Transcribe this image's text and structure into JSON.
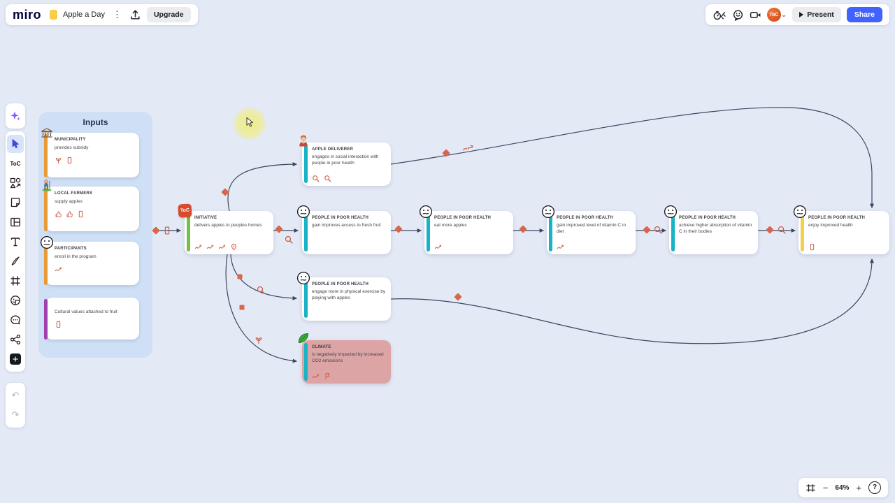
{
  "header": {
    "logo": "miro",
    "board_name": "Apple a Day",
    "upgrade_label": "Upgrade",
    "present_label": "Present",
    "share_label": "Share",
    "avatar_label": "ToC",
    "menu_glyph": "⋮",
    "chevron_glyph": "⌄"
  },
  "toolbar": {
    "toc_label": "ToC",
    "undo_glyph": "↶",
    "redo_glyph": "↷"
  },
  "inputs_panel": {
    "title": "Inputs",
    "cards": [
      {
        "title": "MUNICIPALITY",
        "body": "provides subsidy",
        "icons": [
          "seed",
          "card"
        ]
      },
      {
        "title": "LOCAL FARMERS",
        "body": "supply apples",
        "icons": [
          "thumb",
          "thumb",
          "card"
        ]
      },
      {
        "title": "PARTICIPANTS",
        "body": "enroll in the program",
        "icons": [
          "trend"
        ]
      },
      {
        "title": "",
        "body": "Cultural values attached to fruit",
        "icons": [
          "card"
        ]
      }
    ]
  },
  "nodes": [
    {
      "title": "INITIATIVE",
      "body": "delivers apples to peoples homes",
      "icons": [
        "trend",
        "trend",
        "trend",
        "pin"
      ]
    },
    {
      "title": "APPLE DELIVERER",
      "body": "engages in social interaction with people in poor health",
      "icons": [
        "zoom",
        "zoom"
      ]
    },
    {
      "title": "PEOPLE IN POOR HEALTH",
      "body": "gain improves access to fresh fruit",
      "icons": []
    },
    {
      "title": "PEOPLE IN POOR HEALTH",
      "body": "eat more apples",
      "icons": [
        "trend"
      ]
    },
    {
      "title": "PEOPLE IN POOR HEALTH",
      "body": "gain improved level of vitamin C in diet",
      "icons": [
        "trend"
      ]
    },
    {
      "title": "PEOPLE IN POOR HEALTH",
      "body": "achieve higher absorption of vitamin C in their bodies",
      "icons": []
    },
    {
      "title": "PEOPLE IN POOR HEALTH",
      "body": "enjoy improved health",
      "icons": [
        "card"
      ]
    },
    {
      "title": "PEOPLE IN POOR HEALTH",
      "body": "engage more in physical exercise by playing with apples",
      "icons": []
    },
    {
      "title": "CLIMATE",
      "body": "is negatively impacted by increased CO2 emissions",
      "icons": [
        "trend",
        "flag"
      ]
    }
  ],
  "canvas": {
    "zoom_level": "64%",
    "zoom_out_glyph": "−",
    "zoom_in_glyph": "+",
    "help_glyph": "?"
  },
  "colors": {
    "accent_blue": "#4262ff",
    "coral": "#cb5f45",
    "teal": "#18b3c7",
    "green": "#76c043",
    "yellow": "#f2d04a",
    "orange": "#e89b35",
    "purple": "#a13fae",
    "climate_bg": "#dca4a4",
    "connector": "#3a4660"
  }
}
